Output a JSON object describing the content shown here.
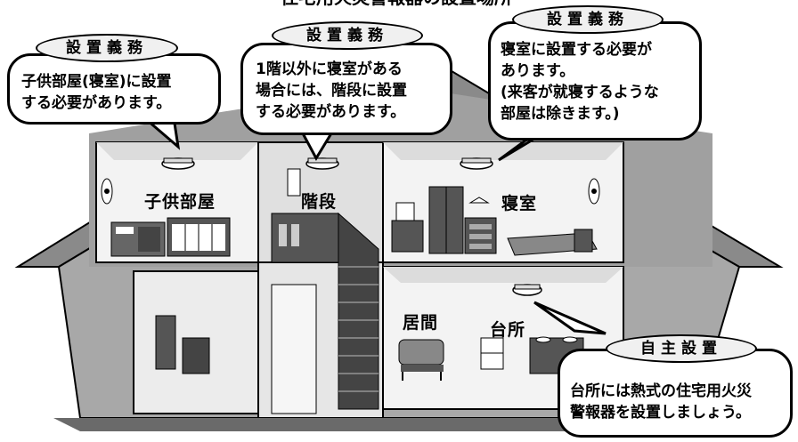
{
  "top_banner": "住宅用火災警報器の設置場所",
  "rooms": {
    "kids": "子供部屋",
    "stairs": "階段",
    "bedroom": "寝室",
    "living": "居間",
    "kitchen": "台所"
  },
  "bubbles": {
    "kids": {
      "heading": "設置義務",
      "text": "子供部屋(寝室)に設置\nする必要があります。"
    },
    "stairs": {
      "heading": "設置義務",
      "text": "1階以外に寝室がある\n場合には、階段に設置\nする必要があります。"
    },
    "bedroom": {
      "heading": "設置義務",
      "text": "寝室に設置する必要が\nあります。\n(来客が就寝するような\n部屋は除きます。)"
    },
    "kitchen": {
      "heading": "自主設置",
      "text": "台所には熱式の住宅用火災\n警報器を設置しましょう。"
    }
  },
  "colors": {
    "roof": "#7a7a7a",
    "wall": "#9a9a9a",
    "room_bg": "#f2f2f2",
    "stairs_bg": "#d8d8d8",
    "outline": "#000000",
    "bubble_heading_bg": "#f0f0f0"
  },
  "icons": [
    "smoke-alarm-icon",
    "fan-icon",
    "bed-icon",
    "sofa-icon",
    "desk-icon",
    "stove-icon",
    "door-icon"
  ]
}
